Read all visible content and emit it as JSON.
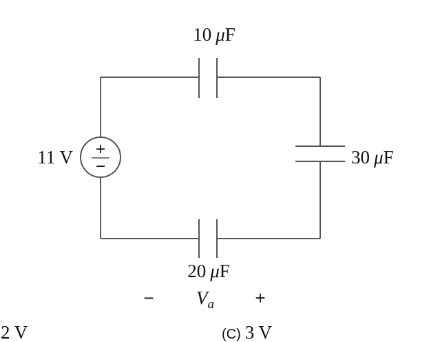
{
  "source": {
    "value": "11 V",
    "plus": "+",
    "minus": "−"
  },
  "capacitors": {
    "top": {
      "value": "10",
      "unit": "F"
    },
    "right": {
      "value": "30",
      "unit": "F"
    },
    "bottom": {
      "value": "20",
      "unit": "F"
    }
  },
  "prefix": "μ",
  "measurement": {
    "minus": "−",
    "symbol": "V",
    "subscript": "a",
    "plus": "+"
  },
  "options": [
    {
      "letter": "",
      "value": "2 V"
    },
    {
      "letter": "(C)",
      "value": "3 V"
    }
  ]
}
